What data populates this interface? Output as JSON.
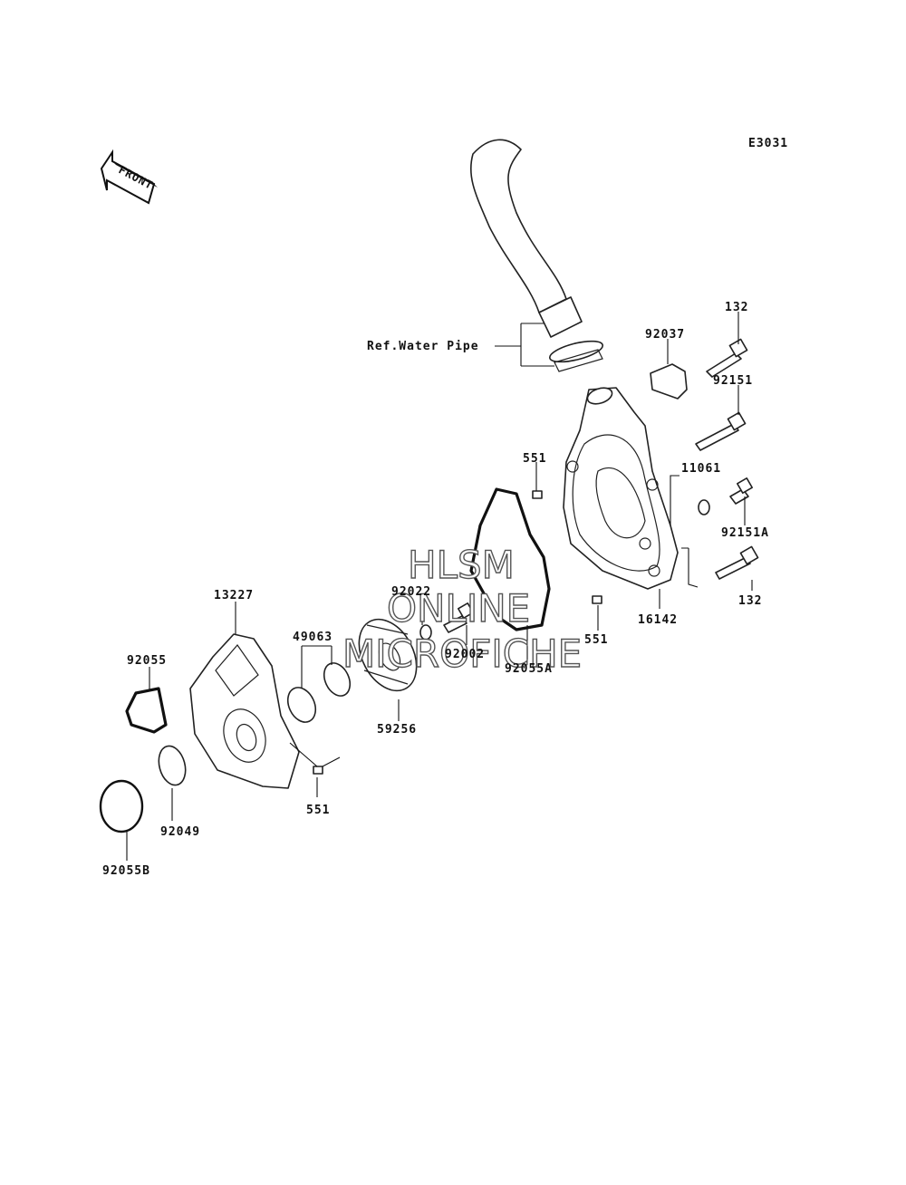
{
  "diagram_code": "E3031",
  "front_label": "FRONT",
  "ref_label": "Ref.Water Pipe",
  "watermark": {
    "line1": "HLSM",
    "line2": "ONLINE",
    "line3": "MICROFICHE"
  },
  "parts": {
    "p132_top": "132",
    "p92037": "92037",
    "p92151": "92151",
    "p551_top": "551",
    "p11061": "11061",
    "p92151A": "92151A",
    "p132_bottom": "132",
    "p16142": "16142",
    "p551_right": "551",
    "p92055A": "92055A",
    "p92022": "92022",
    "p92002": "92002",
    "p13227": "13227",
    "p49063": "49063",
    "p92055": "92055",
    "p59256": "59256",
    "p92049": "92049",
    "p551_bottom": "551",
    "p92055B": "92055B"
  }
}
